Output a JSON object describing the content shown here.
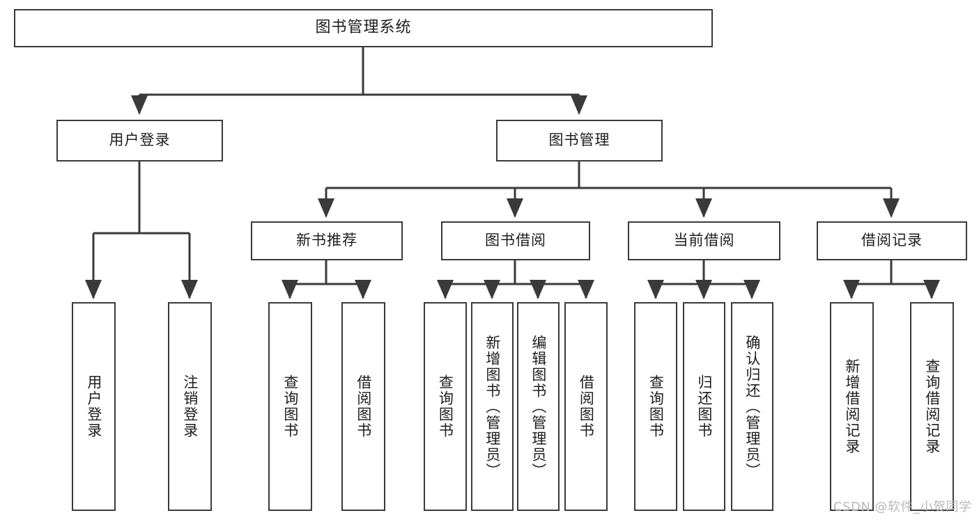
{
  "diagram": {
    "title": "图书管理系统",
    "type": "tree-diagram",
    "orientation": "top-down",
    "colors": {
      "box_border": "#3a3a3a",
      "box_fill": "#ffffff",
      "line": "#3a3a3a",
      "text": "#1d1d1d",
      "watermark": "#b9b9b9",
      "background": "#ffffff"
    }
  },
  "root": {
    "label": "图书管理系统"
  },
  "level2": [
    {
      "label": "用户登录"
    },
    {
      "label": "图书管理"
    }
  ],
  "level3": [
    {
      "label": "新书推荐"
    },
    {
      "label": "图书借阅"
    },
    {
      "label": "当前借阅"
    },
    {
      "label": "借阅记录"
    }
  ],
  "leaves": {
    "user_login": [
      {
        "label": "用户登录"
      },
      {
        "label": "注销登录"
      }
    ],
    "new_book_recommend": [
      {
        "label": "查询图书"
      },
      {
        "label": "借阅图书"
      }
    ],
    "book_borrow": [
      {
        "label": "查询图书"
      },
      {
        "label": "新增图书（管理员）"
      },
      {
        "label": "编辑图书（管理员）"
      },
      {
        "label": "借阅图书"
      }
    ],
    "current_borrow": [
      {
        "label": "查询图书"
      },
      {
        "label": "归还图书"
      },
      {
        "label": "确认归还（管理员）"
      }
    ],
    "borrow_record": [
      {
        "label": "新增借阅记录"
      },
      {
        "label": "查询借阅记录"
      }
    ]
  },
  "watermark": {
    "text": "CSDN @软件_小贺同学"
  }
}
